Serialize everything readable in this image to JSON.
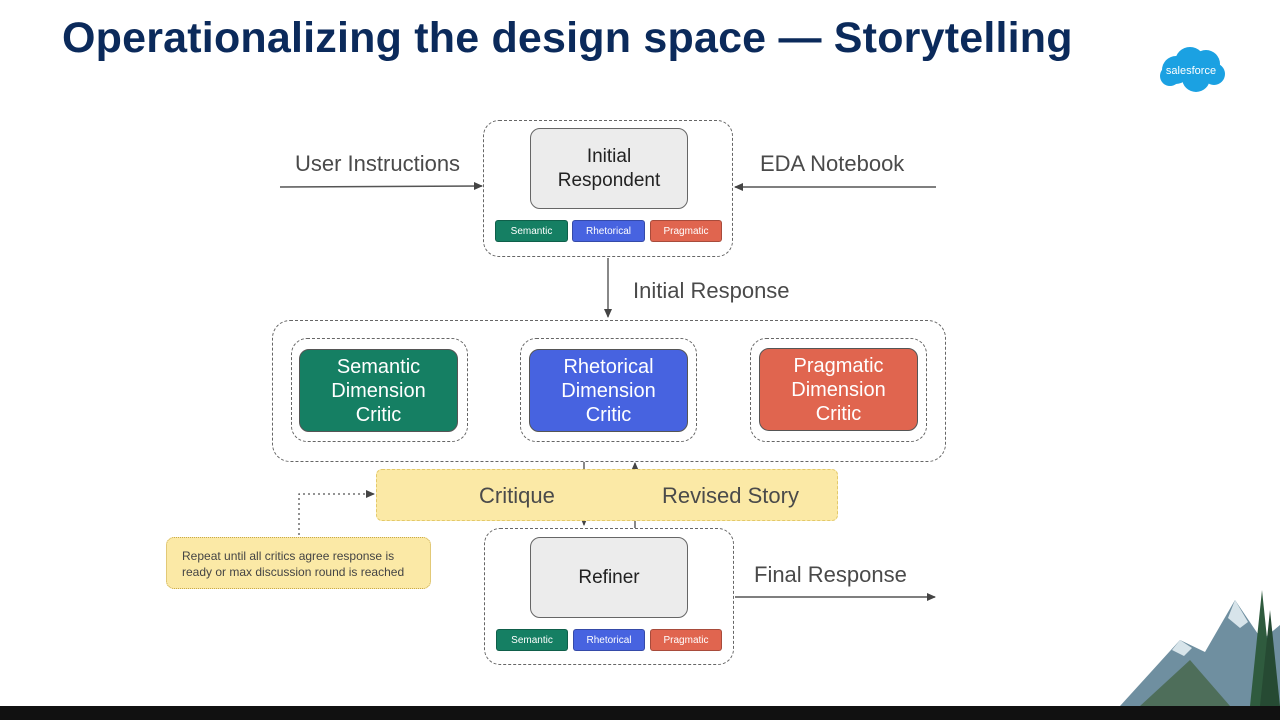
{
  "title": "Operationalizing the design space — Storytelling",
  "logo": {
    "text": "salesforce",
    "color": "#1ba1e2"
  },
  "colors": {
    "semantic": "#157f63",
    "rhetorical": "#4763e0",
    "pragmatic": "#e0654f",
    "highlight": "#fbe9a6",
    "title": "#0b2a5b"
  },
  "inputs": {
    "left": "User Instructions",
    "right": "EDA Notebook"
  },
  "initial_respondent": {
    "label": "Initial Respondent",
    "tags": {
      "semantic": "Semantic",
      "rhetorical": "Rhetorical",
      "pragmatic": "Pragmatic"
    }
  },
  "initial_response": "Initial Response",
  "critics": {
    "semantic": "Semantic Dimension Critic",
    "rhetorical": "Rhetorical Dimension Critic",
    "pragmatic": "Pragmatic Dimension Critic"
  },
  "loop": {
    "critique": "Critique",
    "revised": "Revised Story"
  },
  "note": "Repeat until all critics agree response is ready or max discussion round is reached",
  "refiner": {
    "label": "Refiner",
    "tags": {
      "semantic": "Semantic",
      "rhetorical": "Rhetorical",
      "pragmatic": "Pragmatic"
    }
  },
  "final_response": "Final Response"
}
